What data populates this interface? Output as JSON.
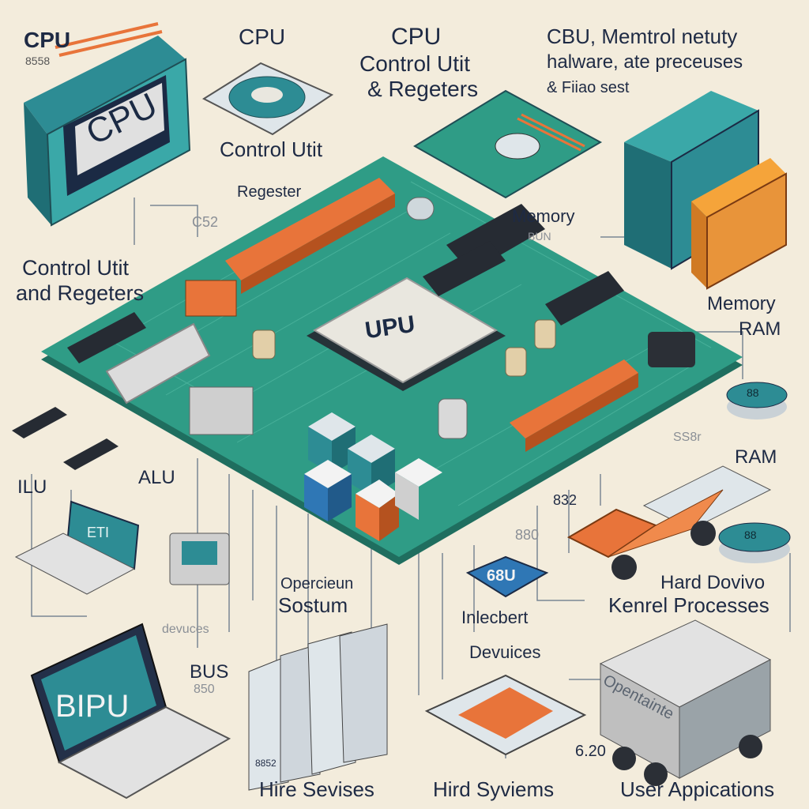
{
  "labels": {
    "cpu_top_left": "CPU",
    "cpu_code_left": "8558",
    "cpu_top_center": "CPU",
    "cpu_header_1": "CPU",
    "cpu_header_2": "Control Utit",
    "cpu_header_3": "& Regeters",
    "top_right_1": "CBU, Memtrol netuty",
    "top_right_2": "halware, ate preceuses",
    "top_right_3": "& Fiiao sest",
    "control_utit": "Control Utit",
    "regester": "Regester",
    "code_c52": "C52",
    "memory_bun_1": "Memory",
    "memory_bun_2": "BUN",
    "control_left_1": "Control Utit",
    "control_left_2": "and Regeters",
    "memory_ram_1": "Memory",
    "memory_ram_2": "RAM",
    "code_ssr": "SS8r",
    "ram": "RAM",
    "ilu": "ILU",
    "alu": "ALU",
    "code_832": "832",
    "code_880": "880",
    "operation_1": "Opercieun",
    "operation_2": "Sostum",
    "devuces_left": "devuces",
    "bus": "BUS",
    "bus_code": "850",
    "inlecbert_1": "Inlecbert",
    "inlecbert_2": "Devuices",
    "hard_1": "Hard Dovivo",
    "hard_2": "Kenrel Processes",
    "code_620": "6.20",
    "bottom_left": "Hire Sevises",
    "bottom_center": "Hird Syviems",
    "bottom_right": "User Appications"
  },
  "screens": {
    "cpu_card": "CPU",
    "chip": "UPU",
    "laptop_big": "BIPU",
    "laptop_small": "ETI",
    "disk_small": "88",
    "disk_ram": "88",
    "badge": "68U",
    "server_tag": "8852",
    "truck_side": "Opentainte"
  },
  "colors": {
    "background": "#f3ecdc",
    "board": "#2f9c86",
    "board_dark": "#1f6e5f",
    "ink": "#1e2a44",
    "accent_orange": "#e8743a",
    "accent_teal": "#2d8c94"
  }
}
